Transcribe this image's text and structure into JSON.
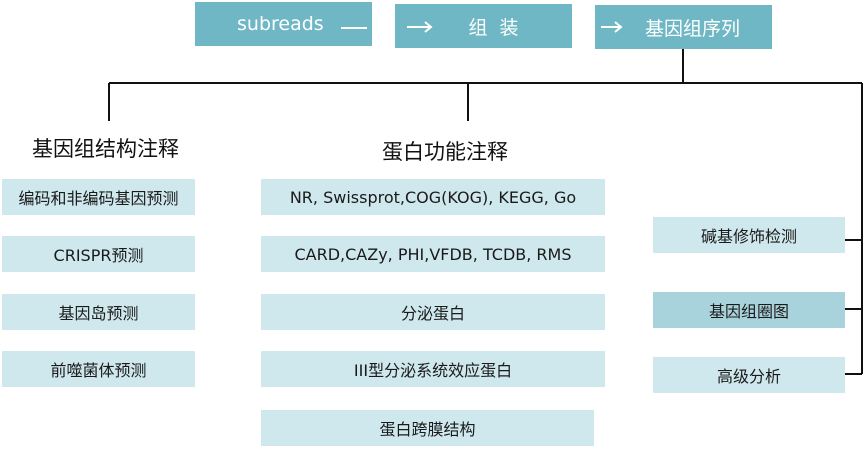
{
  "pipeline": {
    "step1": "subreads",
    "step2": "组  装",
    "step3": "基因组序列"
  },
  "branches": {
    "structure": {
      "heading": "基因组结构注释",
      "items": [
        "编码和非编码基因预测",
        "CRISPR预测",
        "基因岛预测",
        "前噬菌体预测"
      ]
    },
    "protein": {
      "heading": "蛋白功能注释",
      "items": [
        "NR, Swissprot,COG(KOG), KEGG, Go",
        "CARD,CAZy, PHI,VFDB, TCDB, RMS",
        "分泌蛋白",
        "III型分泌系统效应蛋白",
        "蛋白跨膜结构"
      ]
    },
    "other": {
      "items": [
        "碱基修饰检测",
        "基因组圈图",
        "高级分析"
      ]
    }
  },
  "colors": {
    "pipeline_box": "#6fb7c4",
    "item_box": "#cfe8ed",
    "item_box_highlight": "#a9d3dc",
    "connector": "#111111"
  }
}
